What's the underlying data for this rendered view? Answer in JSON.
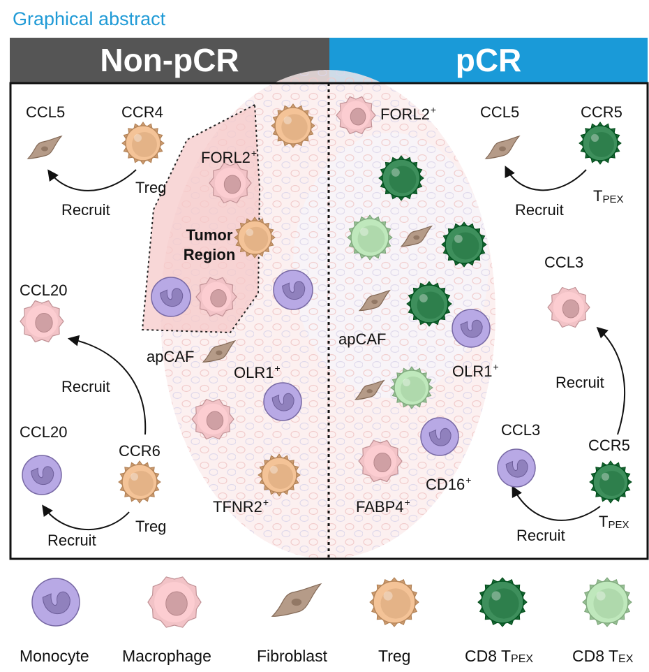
{
  "title": "Graphical abstract",
  "headers": {
    "left": "Non-pCR",
    "right": "pCR"
  },
  "colors": {
    "title": "#1f9ad6",
    "header_left": "#555555",
    "header_right": "#1a9ad8",
    "monocyte": "#a99ad6",
    "macrophage": "#f2c3c7",
    "fibroblast": "#b59b88",
    "treg": "#f4c397",
    "cd8_tpex": "#3e8f5c",
    "cd8_tex": "#bfe8bc"
  },
  "labels": {
    "left_ccl5": "CCL5",
    "left_ccr4": "CCR4",
    "left_treg_top": "Treg",
    "left_recruit_top": "Recruit",
    "forl2_left": "FORL2",
    "tumor_region": "Tumor Region",
    "left_ccl20_top": "CCL20",
    "left_recruit_mid": "Recruit",
    "left_ccl20_bottom": "CCL20",
    "left_ccr6": "CCR6",
    "left_treg_bottom": "Treg",
    "left_recruit_bottom": "Recruit",
    "apcaf_left": "apCAF",
    "olr1_left": "OLR1",
    "tfnr2": "TFNR2",
    "forl2_right": "FORL2",
    "right_ccl5": "CCL5",
    "right_ccr5_top": "CCR5",
    "right_tpex_top": "T",
    "right_tpex_top_sub": "PEX",
    "right_recruit_top": "Recruit",
    "right_ccl3_top": "CCL3",
    "right_recruit_mid": "Recruit",
    "apcaf_right": "apCAF",
    "olr1_right": "OLR1",
    "right_ccl3_bottom": "CCL3",
    "right_ccr5_bottom": "CCR5",
    "cd16": "CD16",
    "fabp4": "FABP4",
    "right_tpex_bottom": "T",
    "right_tpex_bottom_sub": "PEX",
    "right_recruit_bottom": "Recruit",
    "plus": "+"
  },
  "legend": {
    "monocyte": "Monocyte",
    "macrophage": "Macrophage",
    "fibroblast": "Fibroblast",
    "treg": "Treg",
    "cd8_tpex": "CD8 T",
    "cd8_tpex_sub": "PEX",
    "cd8_tex": "CD8 T",
    "cd8_tex_sub": "EX"
  }
}
